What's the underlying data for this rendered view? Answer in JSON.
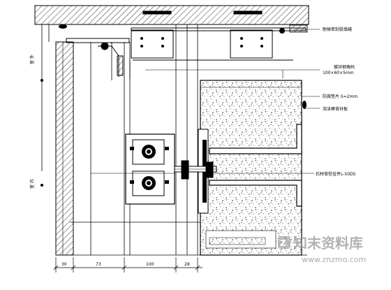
{
  "callouts": [
    {
      "text": "耐候密封胶填缝"
    },
    {
      "text": "镀锌钢角码"
    },
    {
      "text": "100×60×5mm"
    },
    {
      "text": "防腐垫片 δ=2mm"
    },
    {
      "text": "泡沫棒背衬板"
    },
    {
      "text": "石材背栓挂件L-50D5"
    }
  ],
  "dimensions": [
    "30",
    "73",
    "100",
    "28"
  ],
  "side_labels": [
    "室 外",
    "室 内"
  ],
  "watermark": {
    "brand": "知末资料库",
    "url": "www.znzmo.com"
  }
}
